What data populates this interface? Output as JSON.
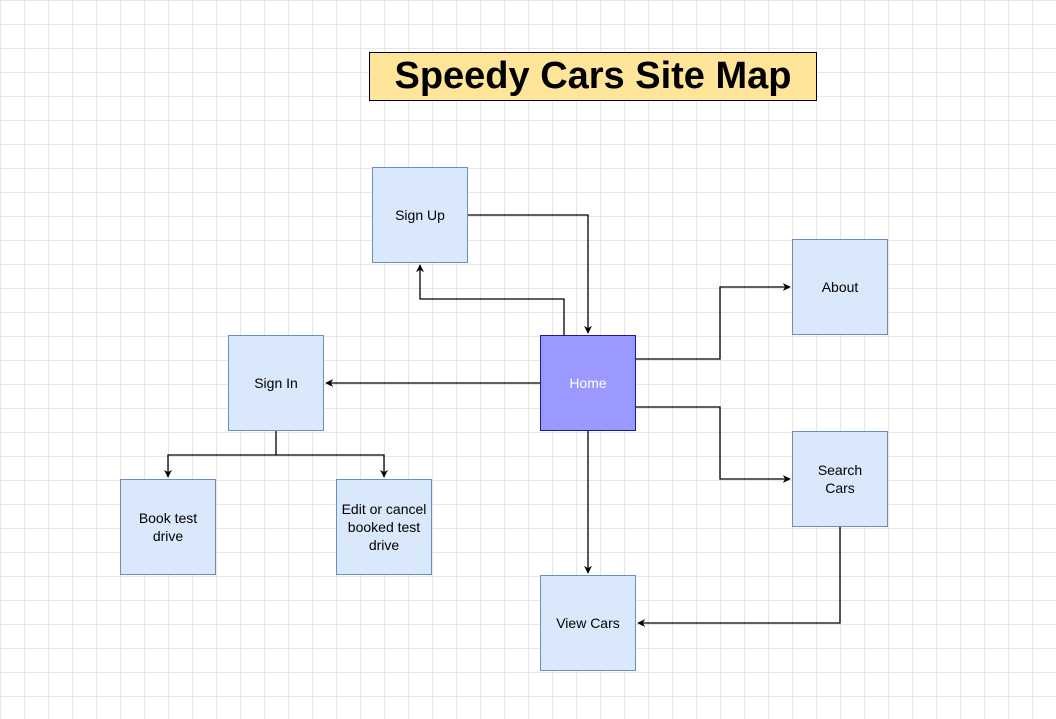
{
  "diagram": {
    "title": "Speedy Cars Site Map",
    "nodes": {
      "signup": "Sign Up",
      "about": "About",
      "signin": "Sign In",
      "home": "Home",
      "search": "Search\nCars",
      "book": "Book test\ndrive",
      "edit": "Edit or cancel\nbooked test\ndrive",
      "view": "View Cars"
    },
    "edges": [
      {
        "from": "Sign Up",
        "to": "Home"
      },
      {
        "from": "Home",
        "to": "Sign Up"
      },
      {
        "from": "Home",
        "to": "About"
      },
      {
        "from": "Home",
        "to": "Sign In"
      },
      {
        "from": "Home",
        "to": "Search Cars"
      },
      {
        "from": "Home",
        "to": "View Cars"
      },
      {
        "from": "Search Cars",
        "to": "View Cars"
      },
      {
        "from": "Sign In",
        "to": "Book test drive"
      },
      {
        "from": "Sign In",
        "to": "Edit or cancel booked test drive"
      }
    ],
    "colors": {
      "title_fill": "#ffe599",
      "node_fill": "#dae8fc",
      "node_stroke": "#6c8ebf",
      "home_fill": "#9999ff",
      "home_stroke": "#1a1a99",
      "edge": "#000000",
      "grid": "#e6e6e6"
    }
  }
}
